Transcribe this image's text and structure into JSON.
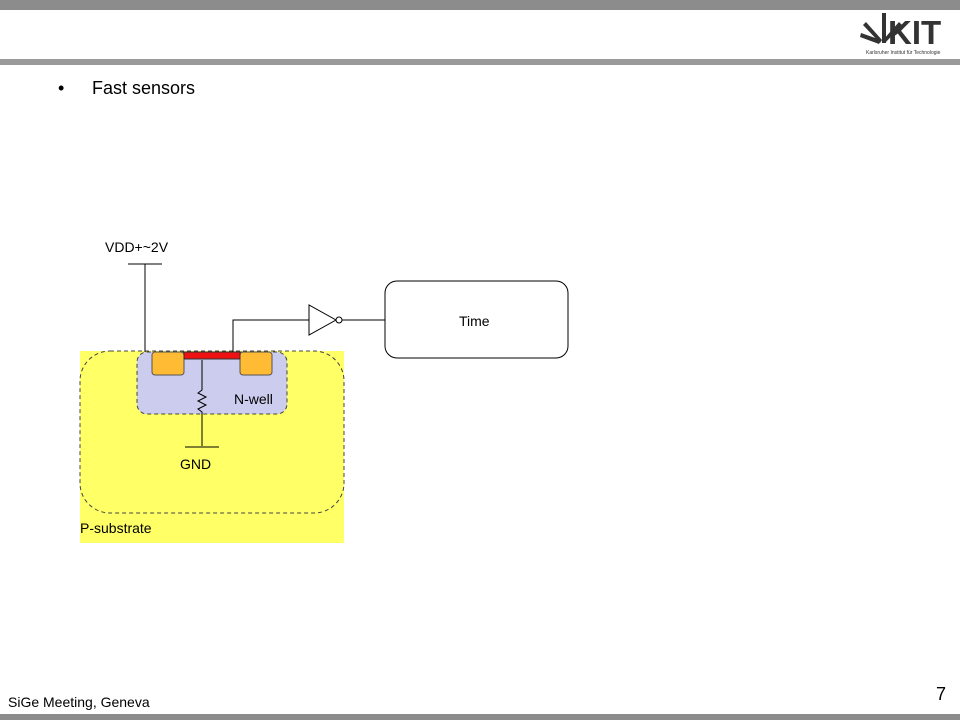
{
  "header": {
    "logo_text": "KIT",
    "logo_subtitle": "Karlsruher Institut für Technologie"
  },
  "slide": {
    "bullet": "Fast sensors"
  },
  "diagram": {
    "supply_label": "VDD+~2V",
    "box_label": "Time",
    "nwell_label": "N-well",
    "ground_label": "GND",
    "substrate_label": "P-substrate",
    "colors": {
      "substrate": "#ffff66",
      "nwell": "#ccccee",
      "contact": "#ffbb33",
      "gate": "#ee1111"
    }
  },
  "footer": {
    "text": "SiGe Meeting, Geneva",
    "page_number": "7"
  }
}
